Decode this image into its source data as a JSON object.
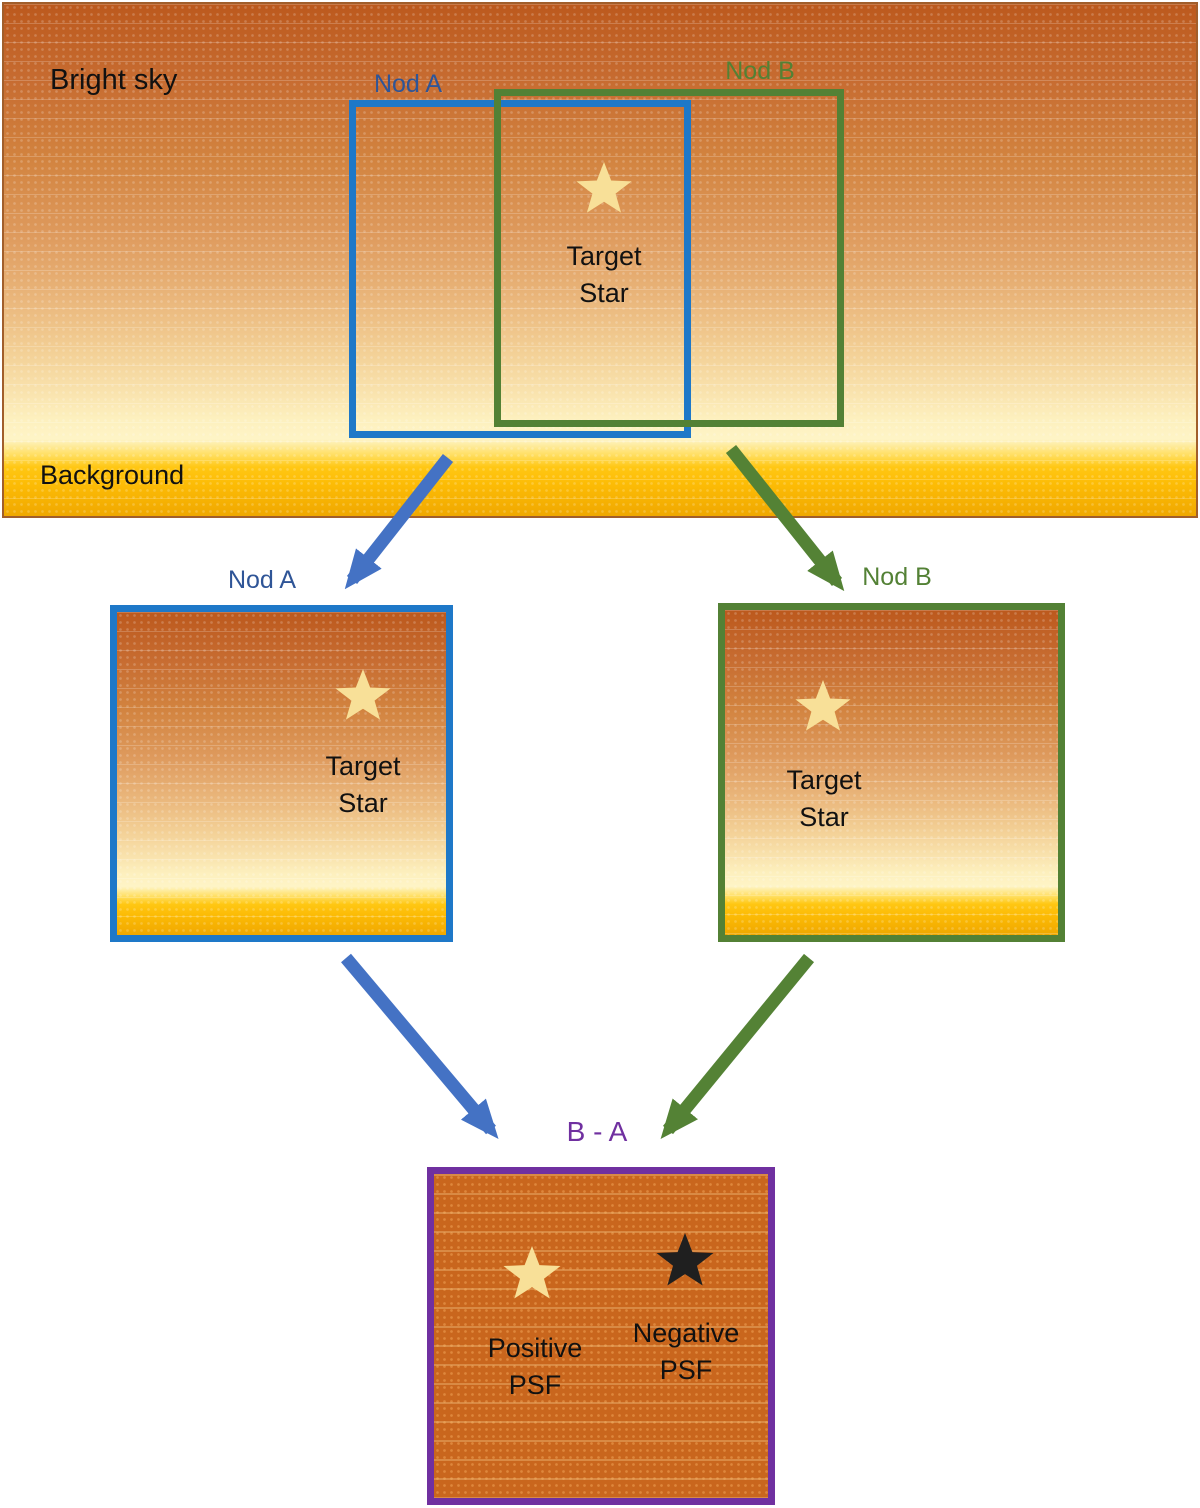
{
  "diagram": {
    "sky_panel": {
      "bright_sky_label": "Bright sky",
      "background_label": "Background",
      "nod_a": {
        "label": "Nod A"
      },
      "nod_b": {
        "label": "Nod B"
      },
      "target_star": {
        "line1": "Target",
        "line2": "Star"
      }
    },
    "nod_a_frame": {
      "label": "Nod A",
      "target_star": {
        "line1": "Target",
        "line2": "Star"
      }
    },
    "nod_b_frame": {
      "label": "Nod B",
      "target_star": {
        "line1": "Target",
        "line2": "Star"
      }
    },
    "difference_frame": {
      "label": "B - A",
      "positive_psf": {
        "line1": "Positive",
        "line2": "PSF"
      },
      "negative_psf": {
        "line1": "Negative",
        "line2": "PSF"
      }
    },
    "colors": {
      "nod_a_blue": "#1E78C8",
      "nod_b_green": "#538135",
      "arrow_blue": "#4472C4",
      "arrow_green": "#548235",
      "difference_purple": "#7030A0",
      "positive_star_yellow": "#F8E098",
      "negative_star_black": "#1F1F1F",
      "sky_top_orange": "#BC591D",
      "background_gold": "#FFC107"
    }
  }
}
